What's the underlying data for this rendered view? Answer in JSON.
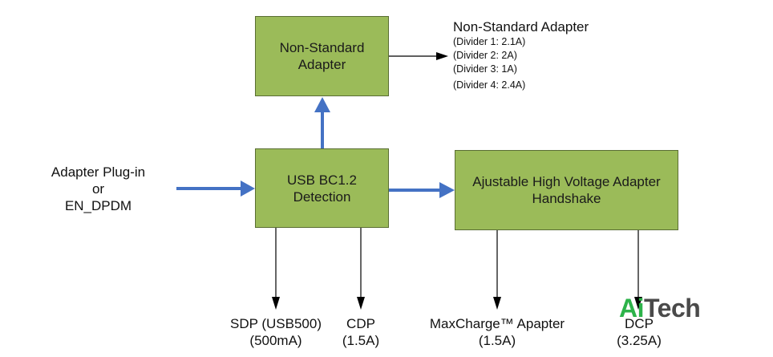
{
  "boxes": {
    "non_standard": {
      "line1": "Non-Standard",
      "line2": "Adapter"
    },
    "bc12": {
      "line1": "USB BC1.2",
      "line2": "Detection"
    },
    "hv": {
      "line1": "Ajustable High Voltage Adapter",
      "line2": "Handshake"
    }
  },
  "input": {
    "line1": "Adapter Plug-in",
    "line2": "or",
    "line3": "EN_DPDM"
  },
  "non_standard_output": {
    "title": "Non-Standard Adapter",
    "dividers": [
      "(Divider 1: 2.1A)",
      "(Divider 2: 2A)",
      "(Divider 3: 1A)",
      "(Divider 4: 2.4A)"
    ]
  },
  "outputs": [
    {
      "line1": "SDP (USB500)",
      "line2": "(500mA)"
    },
    {
      "line1": "CDP",
      "line2": "(1.5A)"
    },
    {
      "line1": "MaxCharge™ Apapter",
      "line2": "(1.5A)"
    },
    {
      "line1": "DCP",
      "line2": "(3.25A)"
    }
  ],
  "logo": {
    "part1": "Ai",
    "part2": "Tech"
  },
  "colors": {
    "box_fill": "#9bbb59",
    "box_border": "#5a6e33",
    "arrow_blue": "#4472c4",
    "arrow_black": "#000000",
    "logo_green": "#2db34a",
    "logo_gray": "#4a4a4a"
  }
}
